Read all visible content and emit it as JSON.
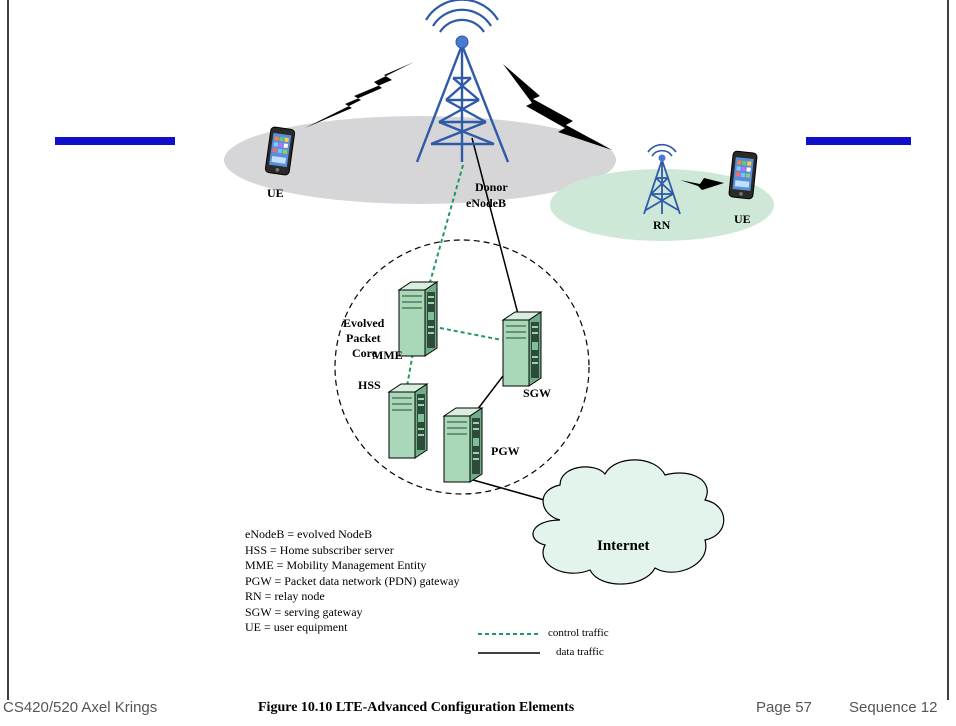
{
  "diagram": {
    "nodes": {
      "ue_left": "UE",
      "donor": [
        "Donor",
        "eNodeB"
      ],
      "rn": "RN",
      "ue_right": "UE",
      "epc": [
        "Evolved",
        "Packet",
        "Core"
      ],
      "mme": "MME",
      "hss": "HSS",
      "sgw": "SGW",
      "pgw": "PGW",
      "internet": "Internet"
    },
    "legend": [
      "eNodeB = evolved NodeB",
      "HSS = Home subscriber server",
      "MME = Mobility Management Entity",
      "PGW = Packet data network (PDN) gateway",
      "RN = relay node",
      "SGW = serving gateway",
      "UE = user equipment"
    ],
    "line_legend": {
      "control": "control traffic",
      "data": "data traffic"
    },
    "colors": {
      "coverage_gray": "#d6d6d8",
      "coverage_green": "#cde8d6",
      "tower_blue": "#2e5aa8",
      "server_green": "#a8d8b8",
      "control_line": "#1f9a5c",
      "divider_blue": "#1010c8"
    }
  },
  "footer": {
    "course": "CS420/520 Axel Krings",
    "caption": "Figure 10.10  LTE-Advanced Configuration Elements",
    "page": "Page 57",
    "sequence": "Sequence 12"
  }
}
